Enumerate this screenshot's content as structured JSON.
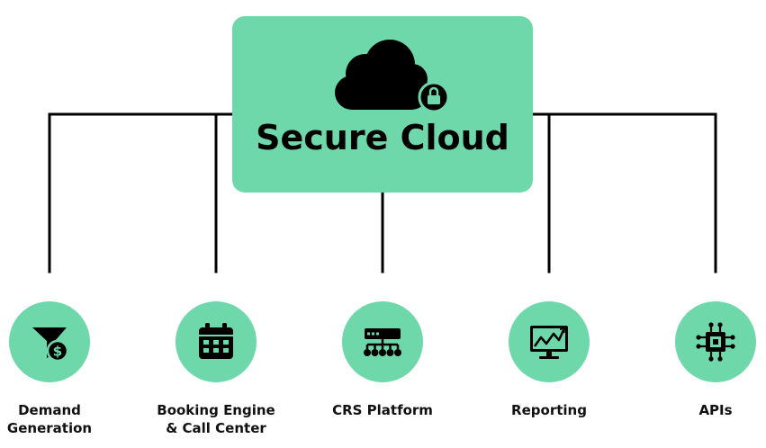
{
  "hub": {
    "title": "Secure Cloud",
    "icon": "cloud-lock-icon"
  },
  "nodes": [
    {
      "label_line1": "Demand",
      "label_line2": "Generation",
      "icon": "funnel-dollar-icon"
    },
    {
      "label_line1": "Booking Engine",
      "label_line2": "& Call Center",
      "icon": "calendar-icon"
    },
    {
      "label_line1": "CRS Platform",
      "label_line2": "",
      "icon": "network-hub-icon"
    },
    {
      "label_line1": "Reporting",
      "label_line2": "",
      "icon": "monitor-chart-icon"
    },
    {
      "label_line1": "APIs",
      "label_line2": "",
      "icon": "chip-icon"
    }
  ],
  "colors": {
    "accent": "#6fd8ab",
    "line": "#000000",
    "icon": "#000000",
    "text": "#111111"
  }
}
